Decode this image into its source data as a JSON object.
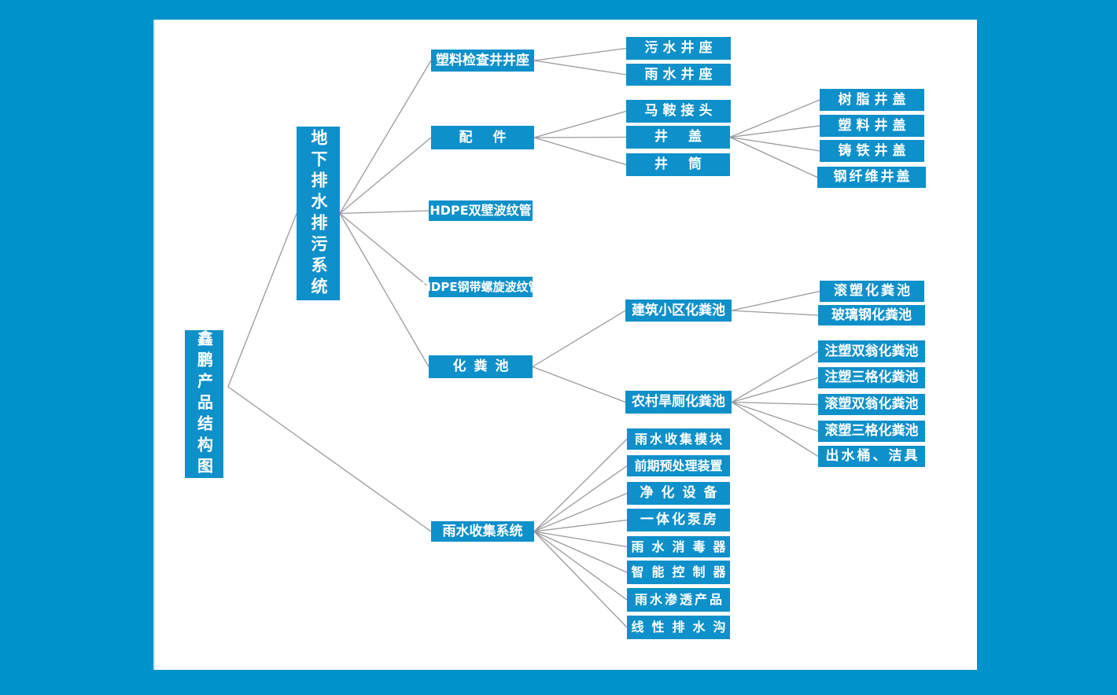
{
  "page": {
    "title": "鑫鹏产品结构图"
  },
  "colors": {
    "background": "#0092ca",
    "panel": "#ffffff",
    "node_fill": "#0e90ca",
    "node_text": "#ffffff",
    "connector": "#9a9a9a"
  },
  "tree": {
    "nodes": [
      {
        "id": "root",
        "label": "鑫鹏产品结构图",
        "parent": null
      },
      {
        "id": "sys",
        "label": "地下排水排污系统",
        "parent": "root"
      },
      {
        "id": "inspection",
        "label": "塑料检查井井座",
        "parent": "sys"
      },
      {
        "id": "fittings",
        "label": "配件",
        "parent": "sys"
      },
      {
        "id": "hdpe_double",
        "label": "HDPE双壁波纹管",
        "parent": "sys"
      },
      {
        "id": "hdpe_steel",
        "label": "HDPE钢带螺旋波纹管",
        "parent": "sys"
      },
      {
        "id": "septic",
        "label": "化粪池",
        "parent": "sys"
      },
      {
        "id": "sewage_seat",
        "label": "污水井座",
        "parent": "inspection"
      },
      {
        "id": "rain_seat",
        "label": "雨水井座",
        "parent": "inspection"
      },
      {
        "id": "saddle",
        "label": "马鞍接头",
        "parent": "fittings"
      },
      {
        "id": "cover",
        "label": "井盖",
        "parent": "fittings"
      },
      {
        "id": "shaft",
        "label": "井筒",
        "parent": "fittings"
      },
      {
        "id": "resin_cover",
        "label": "树脂井盖",
        "parent": "cover"
      },
      {
        "id": "plastic_cover",
        "label": "塑料井盖",
        "parent": "cover"
      },
      {
        "id": "iron_cover",
        "label": "铸铁井盖",
        "parent": "cover"
      },
      {
        "id": "fiber_cover",
        "label": "钢纤维井盖",
        "parent": "cover"
      },
      {
        "id": "community_septic",
        "label": "建筑小区化粪池",
        "parent": "septic"
      },
      {
        "id": "rural_septic",
        "label": "农村旱厕化粪池",
        "parent": "septic"
      },
      {
        "id": "roto_septic",
        "label": "滚塑化粪池",
        "parent": "community_septic"
      },
      {
        "id": "frp_septic",
        "label": "玻璃钢化粪池",
        "parent": "community_septic"
      },
      {
        "id": "inj_urn",
        "label": "注塑双翁化粪池",
        "parent": "rural_septic"
      },
      {
        "id": "inj_three",
        "label": "注塑三格化粪池",
        "parent": "rural_septic"
      },
      {
        "id": "roto_urn",
        "label": "滚塑双翁化粪池",
        "parent": "rural_septic"
      },
      {
        "id": "roto_three",
        "label": "滚塑三格化粪池",
        "parent": "rural_septic"
      },
      {
        "id": "bucket",
        "label": "出水桶、洁具",
        "parent": "rural_septic"
      },
      {
        "id": "rainsys",
        "label": "雨水收集系统",
        "parent": "root"
      },
      {
        "id": "rain_module",
        "label": "雨水收集模块",
        "parent": "rainsys"
      },
      {
        "id": "pretreat",
        "label": "前期预处理装置",
        "parent": "rainsys"
      },
      {
        "id": "purify",
        "label": "净化设备",
        "parent": "rainsys"
      },
      {
        "id": "pump",
        "label": "一体化泵房",
        "parent": "rainsys"
      },
      {
        "id": "disinfect",
        "label": "雨水消毒器",
        "parent": "rainsys"
      },
      {
        "id": "controller",
        "label": "智能控制器",
        "parent": "rainsys"
      },
      {
        "id": "infiltration",
        "label": "雨水渗透产品",
        "parent": "rainsys"
      },
      {
        "id": "drain",
        "label": "线性排水沟",
        "parent": "rainsys"
      }
    ]
  }
}
